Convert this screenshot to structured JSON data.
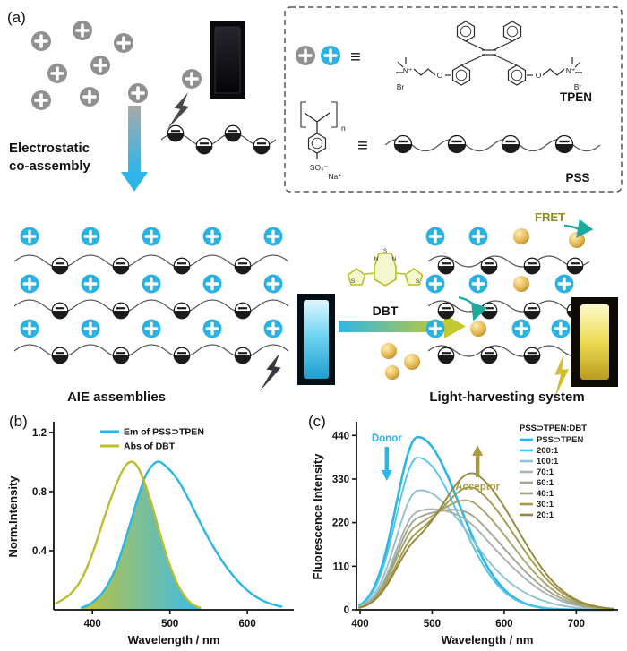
{
  "panels": {
    "a_label": "(a)",
    "b_label": "(b)",
    "c_label": "(c)"
  },
  "panel_a": {
    "electrostatic_line1": "Electrostatic",
    "electrostatic_line2": "co-assembly",
    "aie_assemblies_label": "AIE assemblies",
    "light_harvesting_label": "Light-harvesting system",
    "fret_label": "FRET",
    "dbt_label": "DBT",
    "colors": {
      "cation_gray": "#8f9091",
      "cation_cyan": "#29b2e3",
      "pss_unit_dark": "#1b1b1b",
      "dbt_yellow": "#b9c025",
      "fret_olive": "#8f8a1f",
      "fret_arrow_teal": "#1fa89c",
      "sphere_gold": "#e0b64d"
    },
    "legend_box": {
      "equiv_symbol": "≡",
      "tpen_label": "TPEN",
      "pss_label": "PSS",
      "br_label": "Br",
      "o_label": "O",
      "n_plus_label": "N⁺",
      "so3_label": "SO₃⁻",
      "na_label": "Na⁺",
      "repeat_n_label": "n"
    },
    "dbt_atoms": {
      "s_label": "S",
      "n_label": "N"
    }
  },
  "chart_data": [
    {
      "id": "panel_b",
      "type": "line",
      "title": "",
      "xlabel": "Wavelength / nm",
      "ylabel": "Norm.Intensity",
      "xlim": [
        350,
        660
      ],
      "ylim": [
        0,
        1.26
      ],
      "xticks": [
        400,
        500,
        600
      ],
      "yticks": [
        0.4,
        0.8,
        1.2
      ],
      "grid": false,
      "legend_position": "top-inside",
      "overlap_fill": {
        "from": "#b9bd2e",
        "to": "#29b6e8"
      },
      "series": [
        {
          "name": "Em of PSS⊃TPEN",
          "color": "#29b6e8",
          "x": [
            385,
            400,
            415,
            430,
            445,
            460,
            470,
            483,
            495,
            510,
            525,
            545,
            565,
            585,
            605,
            625,
            645
          ],
          "y": [
            0.01,
            0.05,
            0.13,
            0.28,
            0.52,
            0.78,
            0.92,
            1.0,
            0.97,
            0.88,
            0.74,
            0.53,
            0.35,
            0.21,
            0.11,
            0.05,
            0.02
          ]
        },
        {
          "name": "Abs of DBT",
          "color": "#b9bd2e",
          "x": [
            352,
            370,
            385,
            400,
            415,
            430,
            442,
            452,
            462,
            475,
            488,
            500,
            512,
            526,
            540
          ],
          "y": [
            0.04,
            0.1,
            0.2,
            0.38,
            0.62,
            0.84,
            0.97,
            1.0,
            0.93,
            0.74,
            0.5,
            0.3,
            0.15,
            0.05,
            0.01
          ]
        }
      ]
    },
    {
      "id": "panel_c",
      "type": "line",
      "title": "",
      "xlabel": "Wavelength / nm",
      "ylabel": "Fluorescence Intensity",
      "xlim": [
        395,
        758
      ],
      "ylim": [
        0,
        470
      ],
      "xticks": [
        400,
        500,
        600,
        700
      ],
      "yticks": [
        0,
        110,
        220,
        330,
        440
      ],
      "grid": false,
      "legend_title": "PSS⊃TPEN:DBT",
      "legend_position": "top-right-inside",
      "donor_sigma": [
        30,
        58
      ],
      "acceptor_sigma": [
        42,
        62
      ],
      "annotations": [
        {
          "text": "Donor",
          "color": "#29b6e8",
          "arrow": "down",
          "x_nm": 437
        },
        {
          "text": "Acceptor",
          "color": "#a89b3d",
          "arrow": "up",
          "x_nm": 563
        }
      ],
      "series": [
        {
          "name": "PSS⊃TPEN",
          "color": "#29b6e8",
          "donor_peak_nm": 480,
          "donor_peak": 436,
          "acceptor_peak_nm": 570,
          "acceptor_peak": 30
        },
        {
          "name": "200:1",
          "color": "#57c4e6",
          "donor_peak_nm": 480,
          "donor_peak": 384,
          "acceptor_peak_nm": 566,
          "acceptor_peak": 96
        },
        {
          "name": "100:1",
          "color": "#90c2cf",
          "donor_peak_nm": 480,
          "donor_peak": 301,
          "acceptor_peak_nm": 566,
          "acceptor_peak": 152
        },
        {
          "name": "70:1",
          "color": "#a9b3b2",
          "donor_peak_nm": 479,
          "donor_peak": 247,
          "acceptor_peak_nm": 565,
          "acceptor_peak": 198
        },
        {
          "name": "60:1",
          "color": "#a2a690",
          "donor_peak_nm": 479,
          "donor_peak": 231,
          "acceptor_peak_nm": 565,
          "acceptor_peak": 224
        },
        {
          "name": "40:1",
          "color": "#a7a46d",
          "donor_peak_nm": 478,
          "donor_peak": 212,
          "acceptor_peak_nm": 564,
          "acceptor_peak": 262
        },
        {
          "name": "30:1",
          "color": "#a59a4a",
          "donor_peak_nm": 478,
          "donor_peak": 194,
          "acceptor_peak_nm": 564,
          "acceptor_peak": 301
        },
        {
          "name": "20:1",
          "color": "#958938",
          "donor_peak_nm": 477,
          "donor_peak": 178,
          "acceptor_peak_nm": 563,
          "acceptor_peak": 343
        }
      ]
    }
  ]
}
